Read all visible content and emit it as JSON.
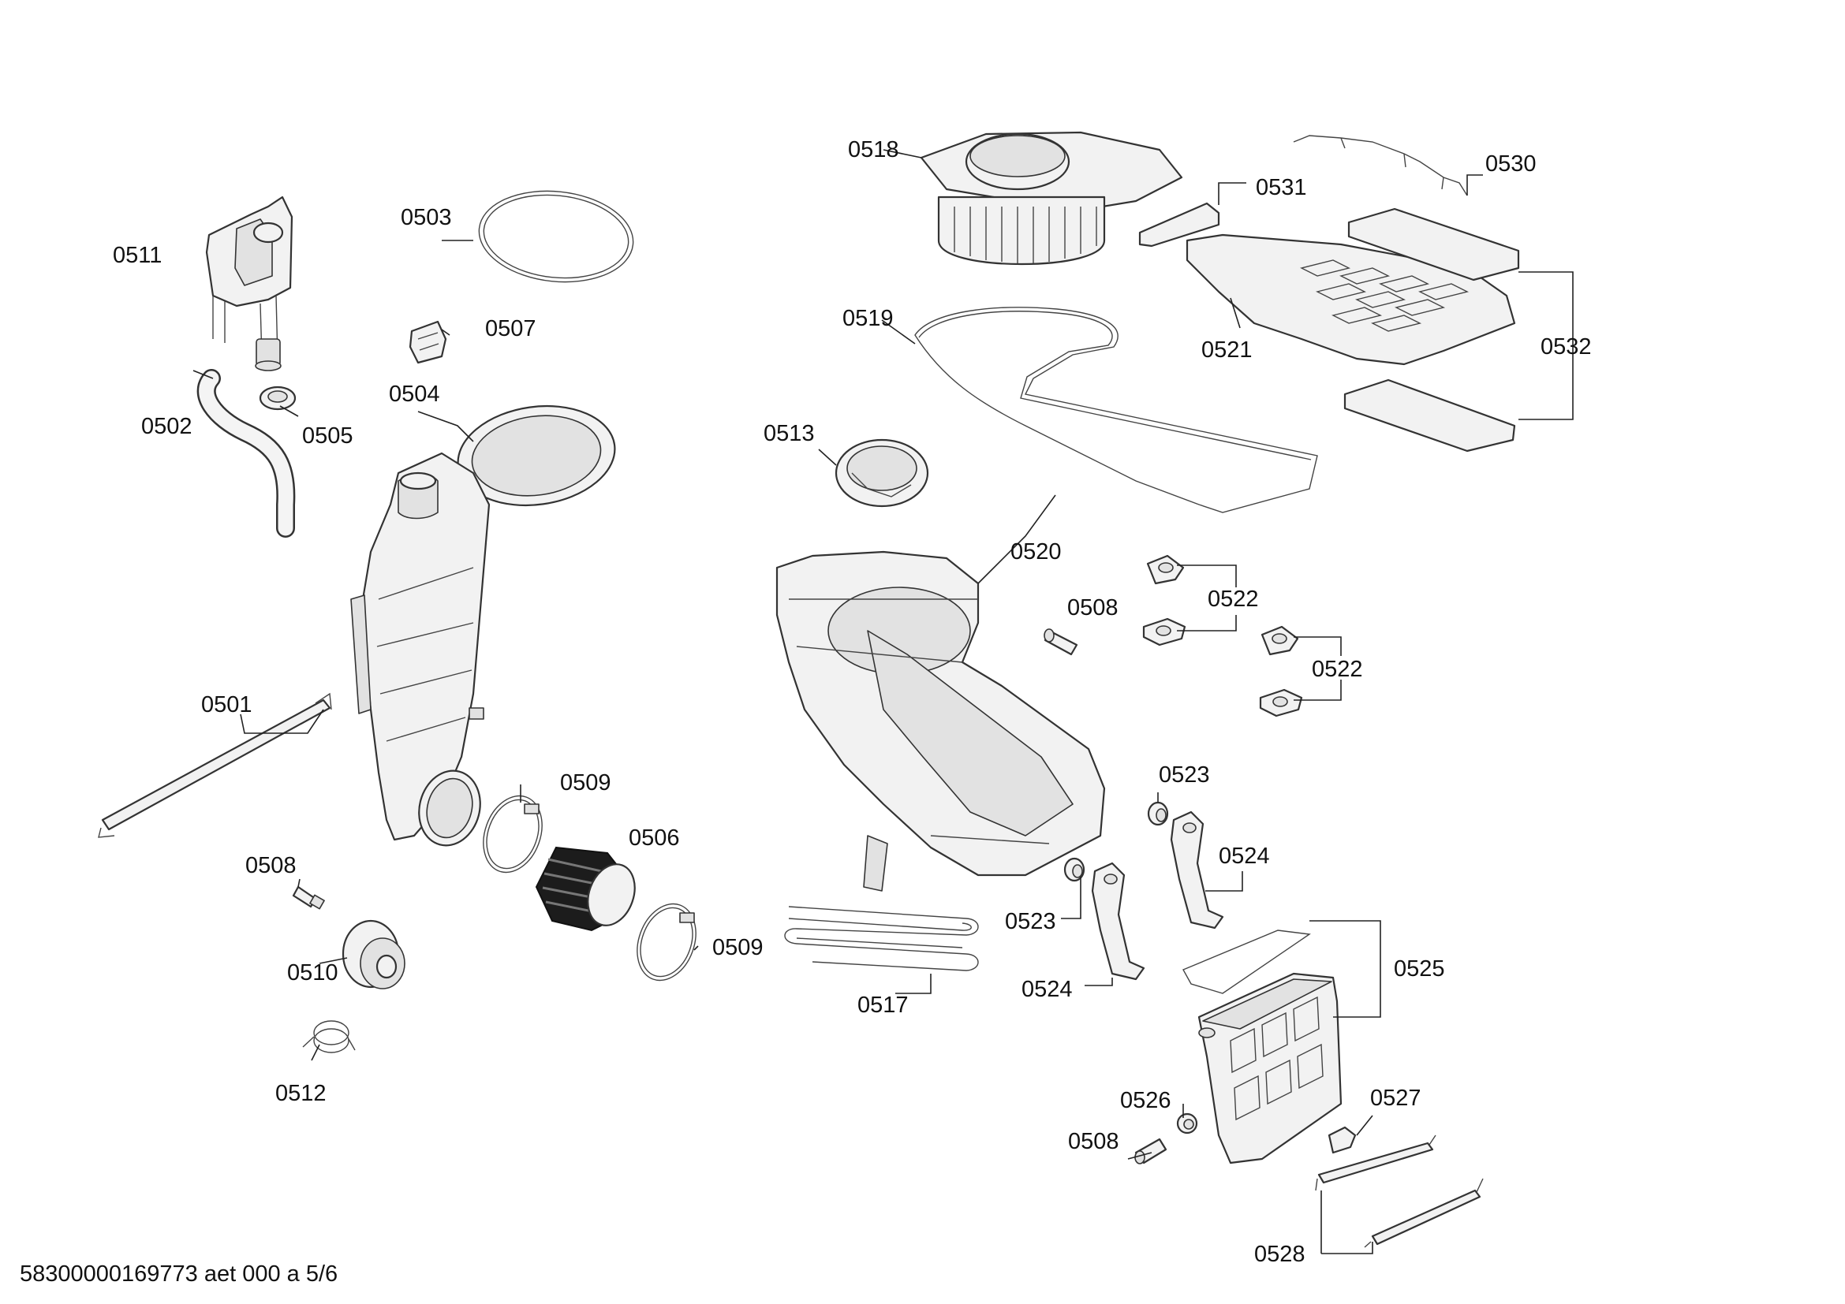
{
  "footer": {
    "code": "58300000169773 aet 000 a 5/6"
  },
  "labels": {
    "l0501": "0501",
    "l0502": "0502",
    "l0503": "0503",
    "l0504": "0504",
    "l0505": "0505",
    "l0506": "0506",
    "l0507": "0507",
    "l0508a": "0508",
    "l0508b": "0508",
    "l0508c": "0508",
    "l0509a": "0509",
    "l0509b": "0509",
    "l0510": "0510",
    "l0511": "0511",
    "l0512": "0512",
    "l0513": "0513",
    "l0517": "0517",
    "l0518": "0518",
    "l0519": "0519",
    "l0520": "0520",
    "l0521": "0521",
    "l0522a": "0522",
    "l0522b": "0522",
    "l0523a": "0523",
    "l0523b": "0523",
    "l0524a": "0524",
    "l0524b": "0524",
    "l0525": "0525",
    "l0526": "0526",
    "l0527": "0527",
    "l0528": "0528",
    "l0530": "0530",
    "l0531": "0531",
    "l0532": "0532"
  }
}
